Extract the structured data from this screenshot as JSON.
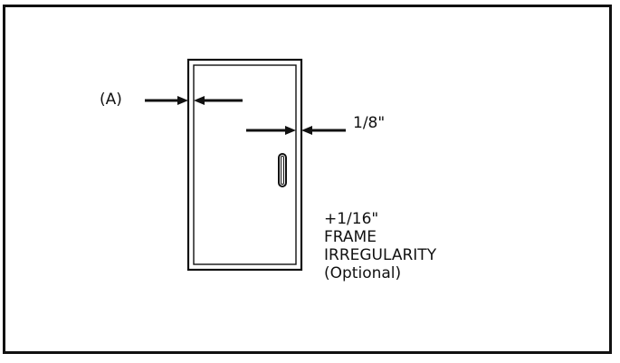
{
  "diagram": {
    "labels": {
      "a": "(A)",
      "eighth": "1/8\""
    },
    "note": [
      "+1/16\"",
      "FRAME",
      "IRREGULARITY",
      "(Optional)"
    ]
  }
}
